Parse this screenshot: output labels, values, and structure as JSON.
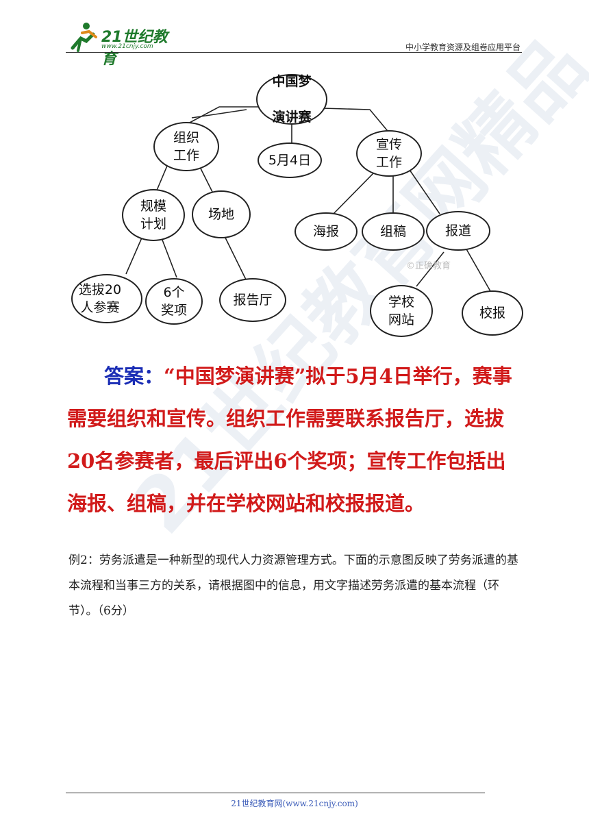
{
  "header": {
    "logo_text": "21世纪教育",
    "logo_url": "www.21cnjy.com",
    "right_text": "中小学教育资源及组卷应用平台"
  },
  "diagram": {
    "root": "中国梦演讲赛",
    "nodes": {
      "root_l1": "中国梦",
      "root_l2": "演讲赛",
      "zuzhi_l1": "组织",
      "zuzhi_l2": "工作",
      "date": "5月4日",
      "xuanchuan_l1": "宣传",
      "xuanchuan_l2": "工作",
      "guimo_l1": "规模",
      "guimo_l2": "计划",
      "changdi": "场地",
      "haibao": "海报",
      "zugao": "组稿",
      "baodao": "报道",
      "xuanba_l1": "选拔20",
      "xuanba_l2": "人参赛",
      "jiang_l1": "6个",
      "jiang_l2": "奖项",
      "baogaoting": "报告厅",
      "wangzhan_l1": "学校",
      "wangzhan_l2": "网站",
      "xiaobao": "校报"
    },
    "watermark": "©正确教育"
  },
  "answer": {
    "label": "答案：",
    "text": "“中国梦演讲赛”拟于5月4日举行，赛事需要组织和宣传。组织工作需要联系报告厅，选拔20名参赛者，最后评出6个奖项；宣传工作包括出海报、组稿，并在学校网站和校报报道。"
  },
  "example": {
    "text": "例2：劳务派遣是一种新型的现代人力资源管理方式。下面的示意图反映了劳务派遣的基本流程和当事三方的关系，请根据图中的信息，用文字描述劳务派遣的基本流程（环节）。（6分）"
  },
  "footer": {
    "text": "21世纪教育网(www.21cnjy.com)"
  },
  "watermark_text": "21世纪教育网精品"
}
